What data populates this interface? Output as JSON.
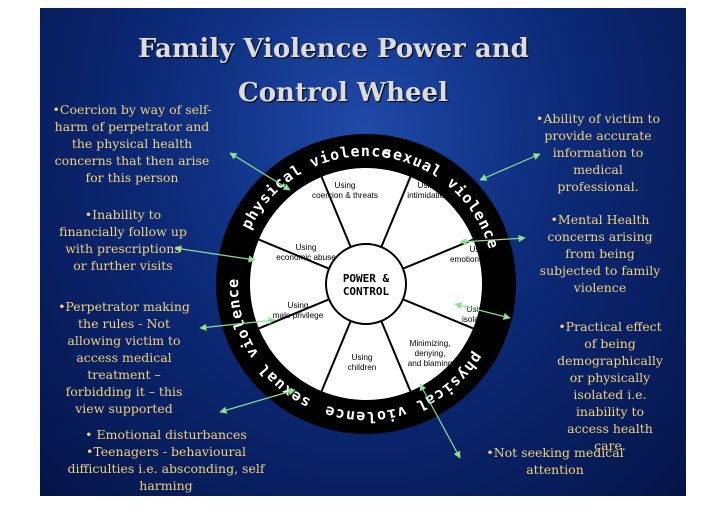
{
  "title": {
    "line1": "Family Violence Power and",
    "line2": "Control Wheel"
  },
  "wheel": {
    "center": [
      "POWER &",
      "CONTROL"
    ],
    "rim_labels": [
      "physical violence",
      "sexual violence",
      "physical violence",
      "sexual violence"
    ],
    "segments": [
      [
        "Using",
        "coercion & threats"
      ],
      [
        "Using",
        "intimidation"
      ],
      [
        "Using",
        "emotional abuse"
      ],
      [
        "Using",
        "isolation"
      ],
      [
        "Minimizing,",
        "denying,",
        "and blaming"
      ],
      [
        "Using",
        "children"
      ],
      [
        "Using",
        "male privilege"
      ],
      [
        "Using",
        "economic abuse"
      ]
    ]
  },
  "notes": {
    "left": [
      "•Coercion by way of self-harm of perpetrator and the physical health concerns that then arise for this person",
      "•Inability to financially follow up with prescriptions or further visits",
      "•Perpetrator making the rules - Not allowing victim to access medical treatment – forbidding it – this view supported",
      "• Emotional disturbances •Teenagers - behavioural difficulties i.e. absconding, self harming"
    ],
    "right": [
      "•Ability of victim to provide accurate information to medical professional.",
      "•Mental Health concerns arising from being subjected to family violence",
      "•Practical effect of being demographically or physically isolated i.e. inability to access health care.",
      "•Not seeking medical attention"
    ]
  }
}
